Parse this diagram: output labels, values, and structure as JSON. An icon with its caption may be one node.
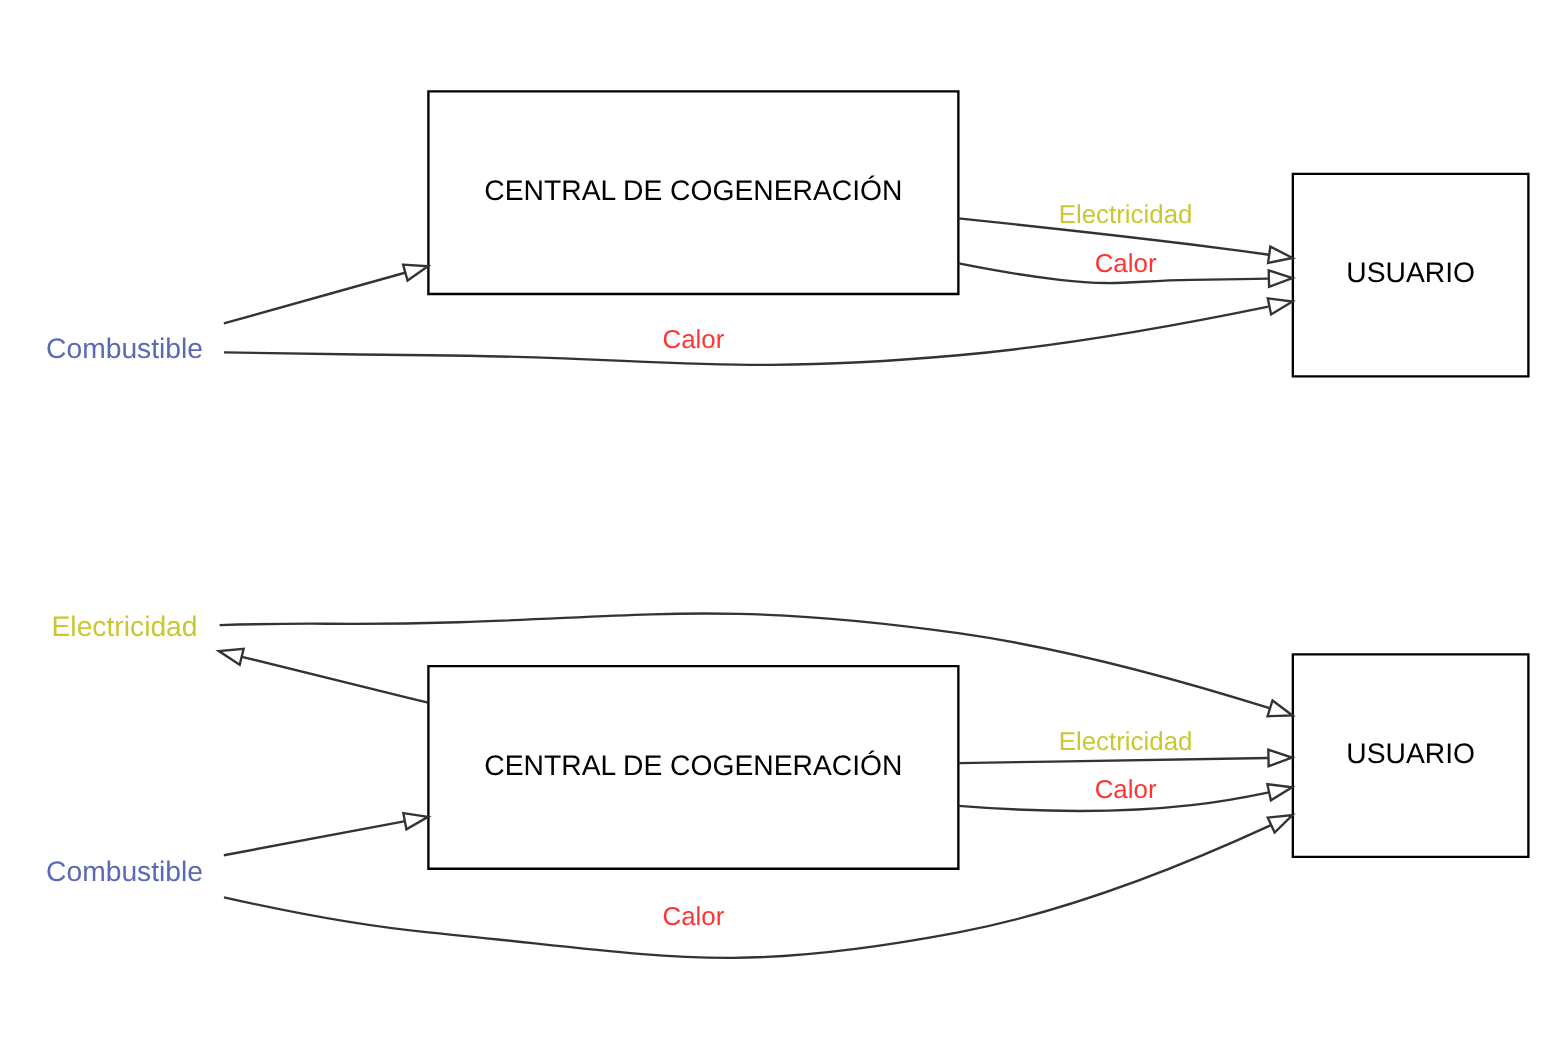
{
  "diagram": {
    "nodes": [
      {
        "text": [
          "Electricidad"
        ]
      },
      {
        "text": [
          "Combustible"
        ]
      },
      {
        "text": [
          "CENTRAL DE COGENERACIÓN"
        ]
      },
      {
        "text": [
          "USUARIO"
        ]
      },
      {
        "text": [
          "Combustible"
        ]
      },
      {
        "text": [
          "CENTRAL DE COGENERACIÓN"
        ]
      },
      {
        "text": [
          "USUARIO"
        ]
      }
    ],
    "edges": [
      {
        "from": 0,
        "to": 3,
        "arrow": "to"
      },
      {
        "from": 1,
        "to": 2,
        "arrow": "to"
      },
      {
        "from": 2,
        "to": 3,
        "arrow": "to",
        "label": "Electricidad"
      },
      {
        "from": 2,
        "to": 0,
        "arrow": "to"
      },
      {
        "from": 2,
        "to": 3,
        "arrow": "to",
        "label": "Calor"
      },
      {
        "from": 1,
        "to": 3,
        "arrow": "to",
        "label": "Calor"
      },
      {
        "from": 4,
        "to": 5,
        "arrow": "to"
      },
      {
        "from": 5,
        "to": 6,
        "arrow": "to",
        "label": "Electricidad"
      },
      {
        "from": 5,
        "to": 6,
        "arrow": "to",
        "label": "Calor"
      },
      {
        "from": 4,
        "to": 6,
        "arrow": "to",
        "label": "Calor"
      }
    ]
  }
}
